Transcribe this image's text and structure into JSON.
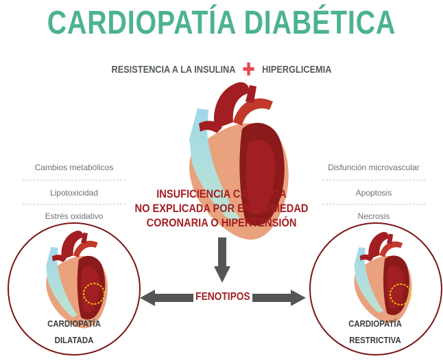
{
  "title": "CARDIOPATÍA DIABÉTICA",
  "subtitle": {
    "left": "RESISTENCIA A LA INSULINA",
    "right": "HIPERGLICEMIA"
  },
  "left_factors": [
    "Cambios metabólicos",
    "Lipotoxicidad",
    "Estrés oxidativo"
  ],
  "right_factors": [
    "Disfunción microvascular",
    "Apoptosis",
    "Necrosis"
  ],
  "main_text": [
    "INSUFICIENCIA CARDIACA",
    "NO EXPLICADA POR ENFERMEDAD",
    "CORONARIA O HIPERTENSIÓN"
  ],
  "fenotipos_label": "FENOTIPOS",
  "phenotype_left": {
    "line1": "CARDIOPATÍA",
    "line2": "DILATADA"
  },
  "phenotype_right": {
    "line1": "CARDIOPATÍA",
    "line2": "RESTRICTIVA"
  },
  "colors": {
    "title": "#4cb38d",
    "accent_red": "#a31e22",
    "plus_red": "#e8474e",
    "arrow_gray": "#555555",
    "heart_dark": "#8b1a1a",
    "heart_light": "#e9a17e",
    "heart_blue": "#a9dbe9",
    "highlight": "#f2c200"
  }
}
